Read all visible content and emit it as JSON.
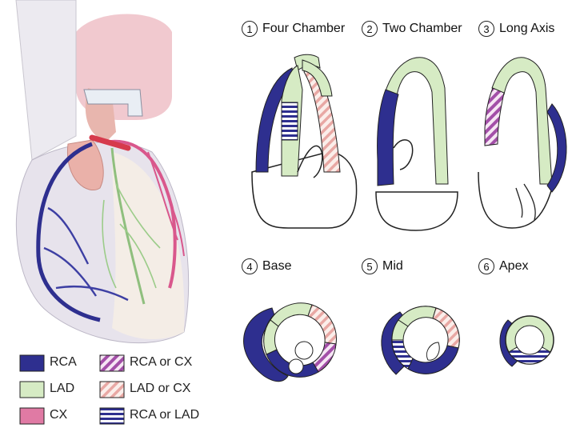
{
  "colors": {
    "rca": "#2e2f8f",
    "lad": "#d6ebc4",
    "cx": "#e07aa4",
    "rca_or_cx": "#a34fa8",
    "lad_or_cx": "#f3c7c2",
    "rca_or_lad": "#2e2f8f"
  },
  "views": [
    {
      "number": "1",
      "label": "Four Chamber"
    },
    {
      "number": "2",
      "label": "Two Chamber"
    },
    {
      "number": "3",
      "label": "Long Axis"
    },
    {
      "number": "4",
      "label": "Base"
    },
    {
      "number": "5",
      "label": "Mid"
    },
    {
      "number": "6",
      "label": "Apex"
    }
  ],
  "legend": [
    {
      "label": "RCA",
      "pattern": "rca"
    },
    {
      "label": "LAD",
      "pattern": "lad"
    },
    {
      "label": "CX",
      "pattern": "cx"
    },
    {
      "label": "RCA or CX",
      "pattern": "rca_or_cx"
    },
    {
      "label": "LAD or CX",
      "pattern": "lad_or_cx"
    },
    {
      "label": "RCA or LAD",
      "pattern": "rca_or_lad"
    }
  ]
}
